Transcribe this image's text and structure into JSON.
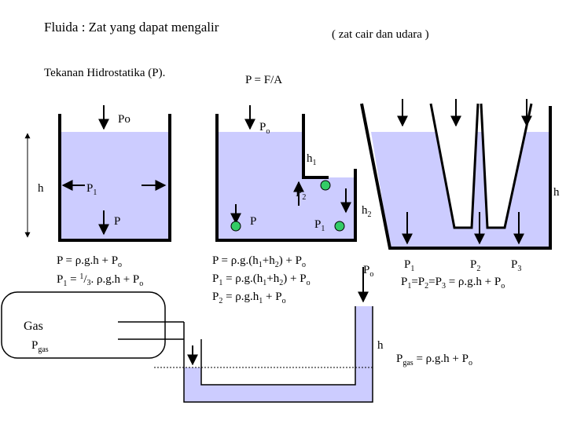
{
  "colors": {
    "fluid": "#ccccff",
    "wall": "#000000",
    "probe": "#33cc66",
    "line": "#000000"
  },
  "header": {
    "title": "Fluida : Zat yang dapat mengalir",
    "note": "( zat cair dan udara )"
  },
  "intro": {
    "label": "Tekanan Hidrostatika (P).",
    "definition": "P = F/A"
  },
  "tank1": {
    "surface": "Po",
    "depth": "h",
    "p1": "P",
    "p1_sub": "1",
    "p": "P",
    "formula_1": "P = ρ.g.h + P",
    "formula_1_sub": "o",
    "formula_2a": "P",
    "formula_2a_sub": "1",
    "formula_2b": " = ",
    "formula_2c": "1",
    "formula_2d": "/",
    "formula_2e": "3",
    "formula_2f": ". ρ.g.h + P",
    "formula_2_sub": "o"
  },
  "tank2": {
    "surface": "P",
    "surface_sub": "o",
    "h1": "h",
    "h1_sub": "1",
    "h2": "h",
    "h2_sub": "2",
    "p2": "P",
    "p2_sub": "2",
    "p": "P",
    "p1": "P",
    "p1_sub": "1",
    "f1a": "P = ρ.g.(h",
    "f1b": "1",
    "f1c": "+h",
    "f1d": "2",
    "f1e": ") + P",
    "f1f": "o",
    "f2a": "P",
    "f2b": "1",
    "f2c": " = ρ.g.(h",
    "f2d": "1",
    "f2e": "+h",
    "f2f": "2",
    "f2g": ") + P",
    "f2h": "o",
    "f3a": "P",
    "f3b": "2",
    "f3c": " = ρ.g.h",
    "f3d": "1",
    "f3e": " + P",
    "f3f": "o"
  },
  "tank3": {
    "depth": "h",
    "pa": "P",
    "pa_sub": "1",
    "pb": "P",
    "pb_sub": "2",
    "pc": "P",
    "pc_sub": "3",
    "formula_a": "P",
    "formula_b": "1",
    "formula_c": "=P",
    "formula_d": "2",
    "formula_e": "=P",
    "formula_f": "3",
    "formula_g": " = ρ.g.h + P",
    "formula_h": "o"
  },
  "manometer": {
    "po": "P",
    "po_sub": "o",
    "gas_label": "Gas",
    "pgas": "P",
    "pgas_sub": "gas",
    "h": "h",
    "formula_a": "P",
    "formula_b": "gas",
    "formula_c": " = ρ.g.h + P",
    "formula_d": "o"
  }
}
